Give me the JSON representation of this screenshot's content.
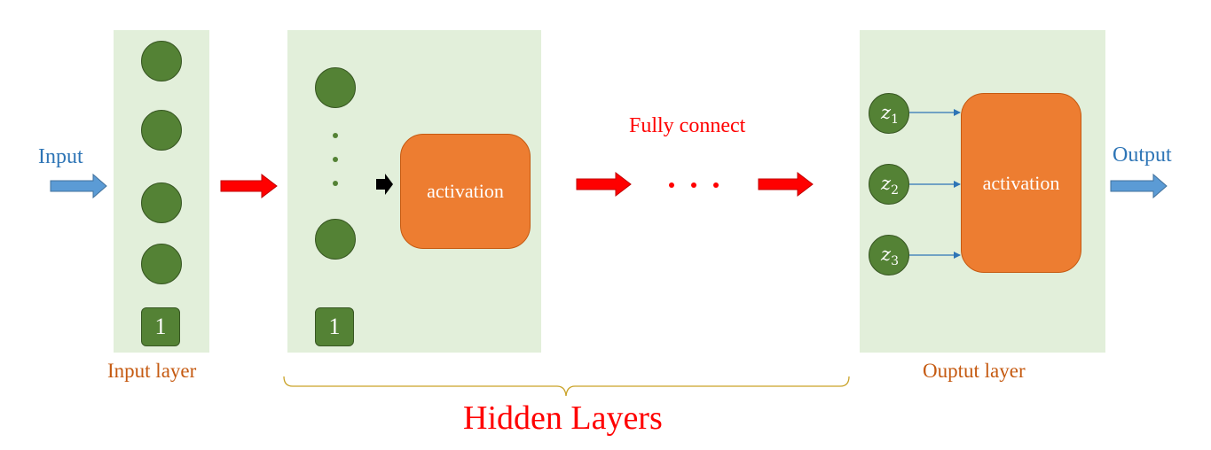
{
  "input_label": "Input",
  "output_label": "Output",
  "input_layer": {
    "caption": "Input layer",
    "bias": "1"
  },
  "hidden_layer": {
    "bias": "1",
    "activation": "activation"
  },
  "fully_connect": "Fully connect",
  "output_layer": {
    "caption": "Ouptut layer",
    "activation": "activation",
    "nodes": [
      {
        "var": "z",
        "sub": "1"
      },
      {
        "var": "z",
        "sub": "2"
      },
      {
        "var": "z",
        "sub": "3"
      }
    ]
  },
  "hidden_layers_caption": "Hidden Layers",
  "colors": {
    "panel": "#e2efda",
    "node": "#548235",
    "activation": "#ed7d31",
    "red_arrow": "#ff0000",
    "blue_arrow": "#5b9bd5"
  }
}
